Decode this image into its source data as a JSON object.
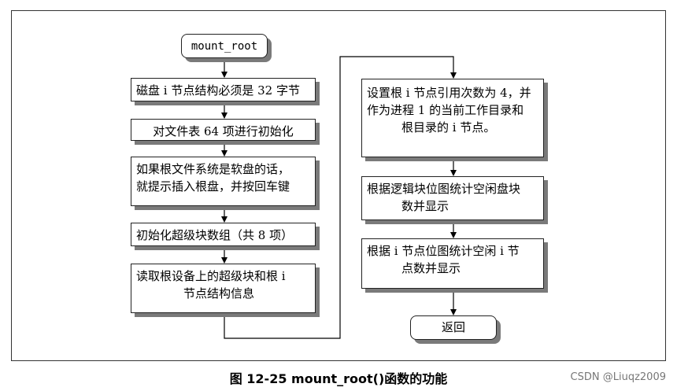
{
  "steps": {
    "start": "mount_root",
    "s1": "磁盘 i 节点结构必须是 32 字节",
    "s2": "对文件表 64 项进行初始化",
    "s3_line1": "如果根文件系统是软盘的话，",
    "s3_line2": "就提示插入根盘，并按回车键",
    "s4": "初始化超级块数组（共 8 项）",
    "s5_line1": "读取根设备上的超级块和根 i",
    "s5_line2": "节点结构信息",
    "s6_line1": "设置根 i 节点引用次数为 4，并",
    "s6_line2": "作为进程 1 的当前工作目录和",
    "s6_line3": "根目录的 i 节点。",
    "s7_line1": "根据逻辑块位图统计空闲盘块",
    "s7_line2": "数并显示",
    "s8_line1": "根据 i 节点位图统计空闲 i 节",
    "s8_line2": "点数并显示",
    "end": "返回"
  },
  "caption": "图 12-25 mount_root()函数的功能",
  "watermark": "CSDN @Liuqz2009"
}
